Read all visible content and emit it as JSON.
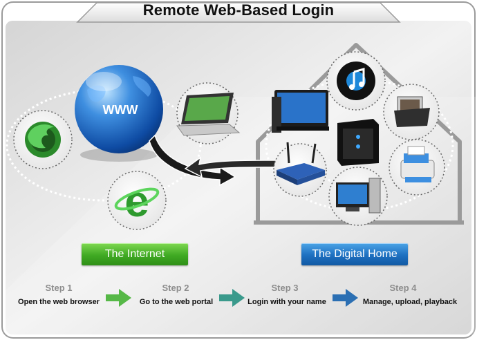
{
  "title": "Remote Web-Based Login",
  "globe": {
    "label": "WWW"
  },
  "zones": {
    "internet": "The Internet",
    "home": "The Digital Home"
  },
  "steps": [
    {
      "title": "Step 1",
      "desc": "Open the web browser"
    },
    {
      "title": "Step 2",
      "desc": "Go to the web portal"
    },
    {
      "title": "Step 3",
      "desc": "Login with your name"
    },
    {
      "title": "Step 4",
      "desc": "Manage, upload, playback"
    }
  ],
  "colors": {
    "internet_green": "#3fa923",
    "home_blue": "#1d6fc0",
    "arrow_green": "#56b847",
    "arrow_teal": "#3a9a8c",
    "arrow_blue": "#2b6fb3"
  },
  "icons": [
    "globe-icon",
    "firefox-icon",
    "ie-icon",
    "laptop-icon",
    "tv-icon",
    "music-disc-icon",
    "folder-photos-icon",
    "nas-icon",
    "router-icon",
    "printer-icon",
    "desktop-pc-icon"
  ]
}
